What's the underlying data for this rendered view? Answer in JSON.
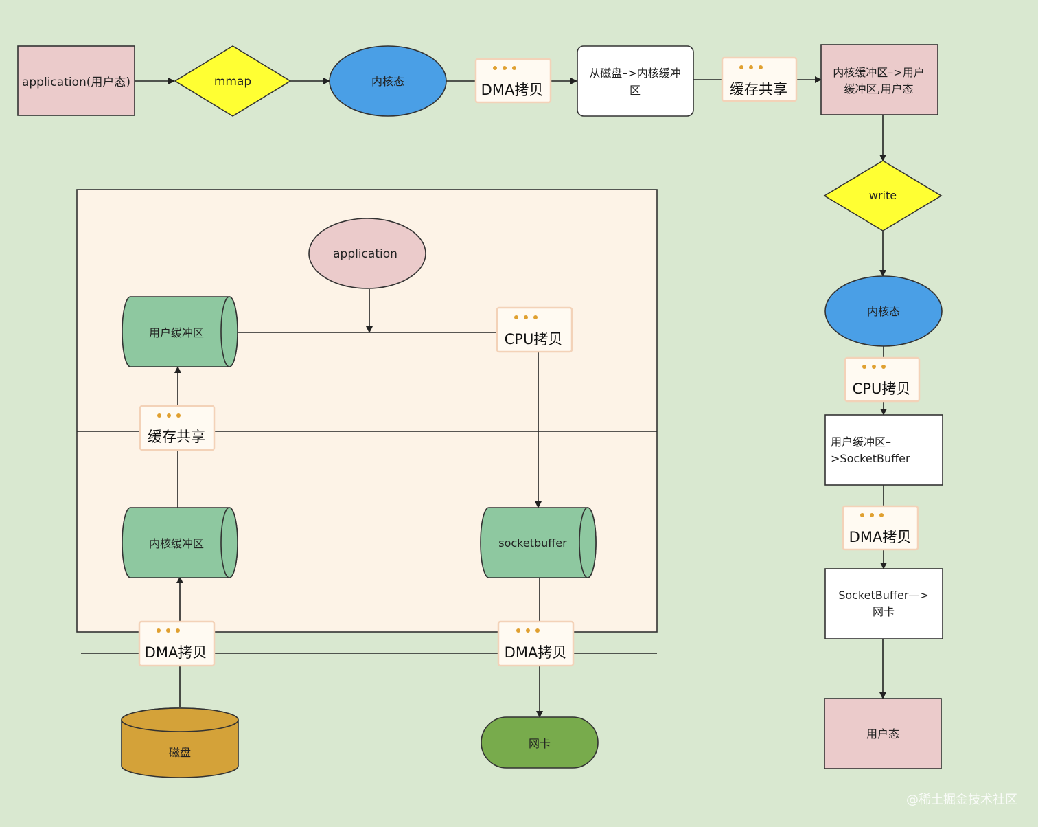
{
  "colors": {
    "background": "#d9e8d0",
    "pink": "#ebcbcb",
    "yellow": "#ffff33",
    "blue": "#4a9fe6",
    "green_cyl": "#8ec8a0",
    "gold": "#d4a239",
    "green_pill": "#78ab4c",
    "panel": "#fdf3e7"
  },
  "top": {
    "application": "application(用户态)",
    "mmap": "mmap",
    "kernel": "内核态",
    "dma_note": "DMA拷贝",
    "disk_to_kernel": [
      "从磁盘–>内核缓冲",
      "区"
    ],
    "share_note": "缓存共享",
    "kernel_to_user": [
      "内核缓冲区–>用户",
      "缓冲区,用户态"
    ]
  },
  "right": {
    "write": "write",
    "kernel": "内核态",
    "cpu_note": "CPU拷贝",
    "user_to_socket": [
      "用户缓冲区–",
      ">SocketBuffer"
    ],
    "dma_note": "DMA拷贝",
    "socket_to_nic": [
      "SocketBuffer—>",
      "网卡"
    ],
    "user_state": "用户态"
  },
  "panel": {
    "application": "application",
    "user_buffer": "用户缓冲区",
    "cpu_note": "CPU拷贝",
    "share_note": "缓存共享",
    "kernel_buffer": "内核缓冲区",
    "socket_buffer": "socketbuffer",
    "dma_left": "DMA拷贝",
    "dma_right": "DMA拷贝",
    "disk": "磁盘",
    "nic": "网卡"
  },
  "watermark": "@稀土掘金技术社区"
}
